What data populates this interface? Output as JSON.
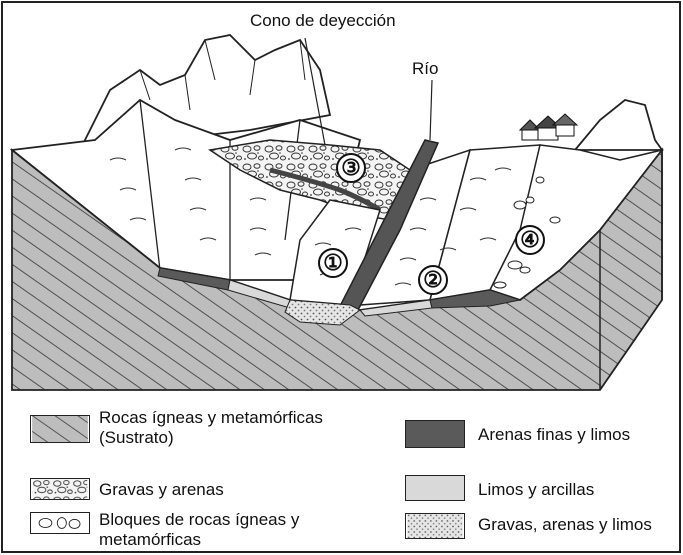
{
  "labels": {
    "cone": "Cono de deyección",
    "river": "Río"
  },
  "markers": [
    "①",
    "②",
    "③",
    "④"
  ],
  "legend": {
    "substrate_line1": "Rocas ígneas y metamórficas",
    "substrate_line2": "(Sustrato)",
    "gravel_sand": "Gravas y arenas",
    "blocks_line1": "Bloques de rocas ígneas y",
    "blocks_line2": "metamórficas",
    "fine_sand_silt": "Arenas finas y limos",
    "silt_clay": "Limos y arcillas",
    "gravel_sand_silt": "Gravas, arenas y limos"
  },
  "colors": {
    "substrate_fill": "#b8b8b8",
    "fine_sand_fill": "#5a5a5a",
    "silt_clay_fill": "#d9d9d9",
    "river": "#555555"
  }
}
